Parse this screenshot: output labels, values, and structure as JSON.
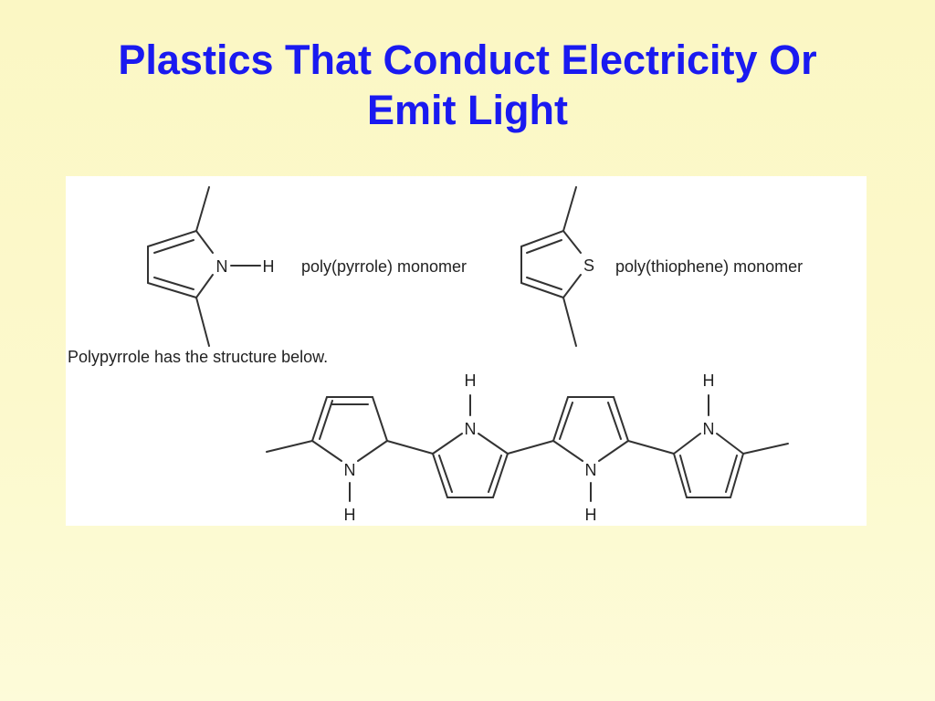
{
  "slide": {
    "title_line1": "Plastics That Conduct Electricity Or",
    "title_line2": "Emit Light"
  },
  "figure": {
    "pyrrole_caption": "poly(pyrrole) monomer",
    "thiophene_caption": "poly(thiophene) monomer",
    "structure_caption": "Polypyrrole has the structure below.",
    "atoms": {
      "nitrogen": "N",
      "hydrogen": "H",
      "sulfur": "S"
    }
  },
  "colors": {
    "title": "#1a1af0",
    "background": "#fcf9cd",
    "panel": "#ffffff"
  }
}
